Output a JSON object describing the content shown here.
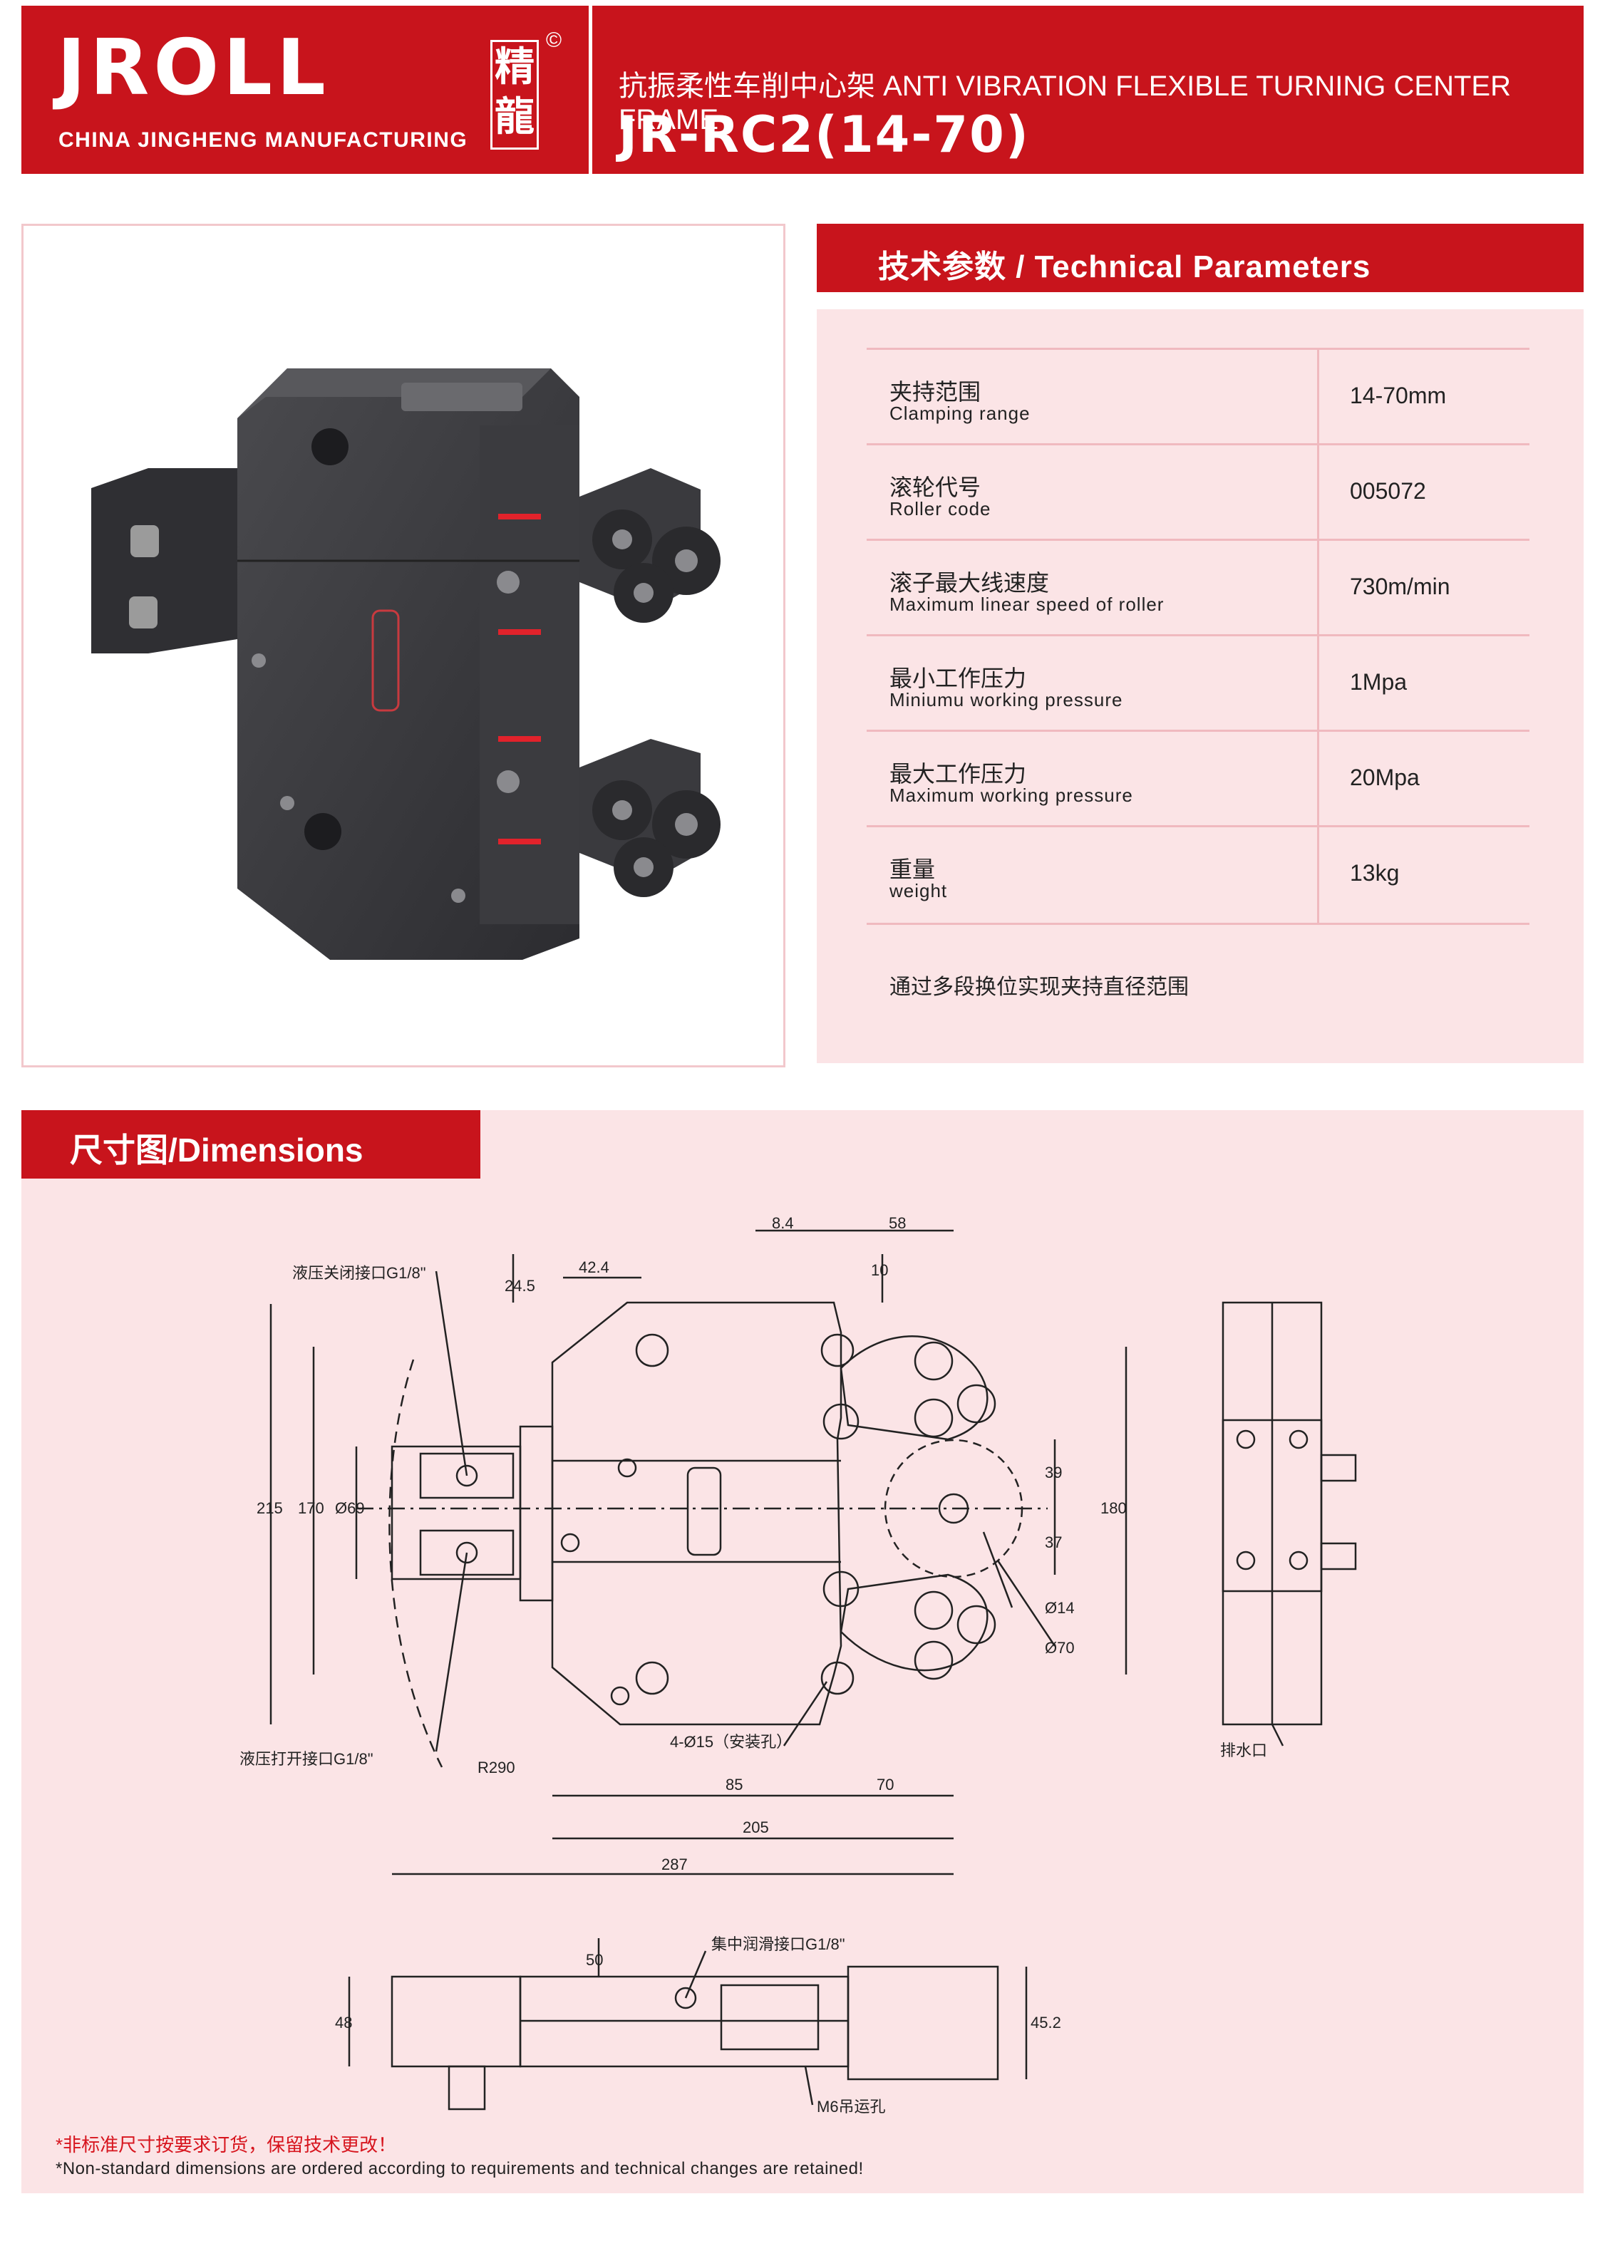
{
  "header": {
    "logo_text": "JROLL",
    "logo_subtitle": "CHINA JINGHENG MANUFACTURING",
    "logo_cn_1": "精",
    "logo_cn_2": "龍",
    "copyright": "©",
    "title": "抗振柔性车削中心架 ANTI VIBRATION FLEXIBLE TURNING CENTER FRAME",
    "model": "JR-RC2(14-70)"
  },
  "params": {
    "heading": "技术参数 / Technical Parameters",
    "rows": [
      {
        "cn": "夹持范围",
        "en": "Clamping range",
        "value": "14-70mm"
      },
      {
        "cn": "滚轮代号",
        "en": "Roller code",
        "value": "005072"
      },
      {
        "cn": "滚子最大线速度",
        "en": "Maximum linear speed of roller",
        "value": "730m/min"
      },
      {
        "cn": "最小工作压力",
        "en": "Miniumu working pressure",
        "value": "1Mpa"
      },
      {
        "cn": "最大工作压力",
        "en": "Maximum working pressure",
        "value": "20Mpa"
      },
      {
        "cn": "重量",
        "en": "weight",
        "value": "13kg"
      }
    ],
    "note": "通过多段换位实现夹持直径范围"
  },
  "dimensions": {
    "heading": "尺寸图/Dimensions",
    "labels": {
      "close_port": "液压关闭接口G1/8\"",
      "open_port": "液压打开接口G1/8\"",
      "mount_holes": "4-Ø15（安装孔）",
      "drain": "排水口",
      "lube_port": "集中润滑接口G1/8\"",
      "lift_hole": "M6吊运孔",
      "radius": "R290"
    },
    "values": {
      "d8_4": "8.4",
      "d58": "58",
      "d24_5": "24.5",
      "d42_4": "42.4",
      "d10": "10",
      "d215": "215",
      "d170": "170",
      "d69": "Ø69",
      "d39": "39",
      "d37": "37",
      "d180": "180",
      "d14": "Ø14",
      "d70": "Ø70",
      "d85": "85",
      "d70b": "70",
      "d205": "205",
      "d287": "287",
      "d50": "50",
      "d48": "48",
      "d45_2": "45.2"
    }
  },
  "notes": {
    "cn": "*非标准尺寸按要求订货，保留技术更改！",
    "en": "*Non-standard dimensions are ordered according to requirements and technical changes are retained!"
  },
  "colors": {
    "brand_red": "#c8141c",
    "panel_pink": "#fbe4e6",
    "row_line": "#f0b9bf"
  }
}
